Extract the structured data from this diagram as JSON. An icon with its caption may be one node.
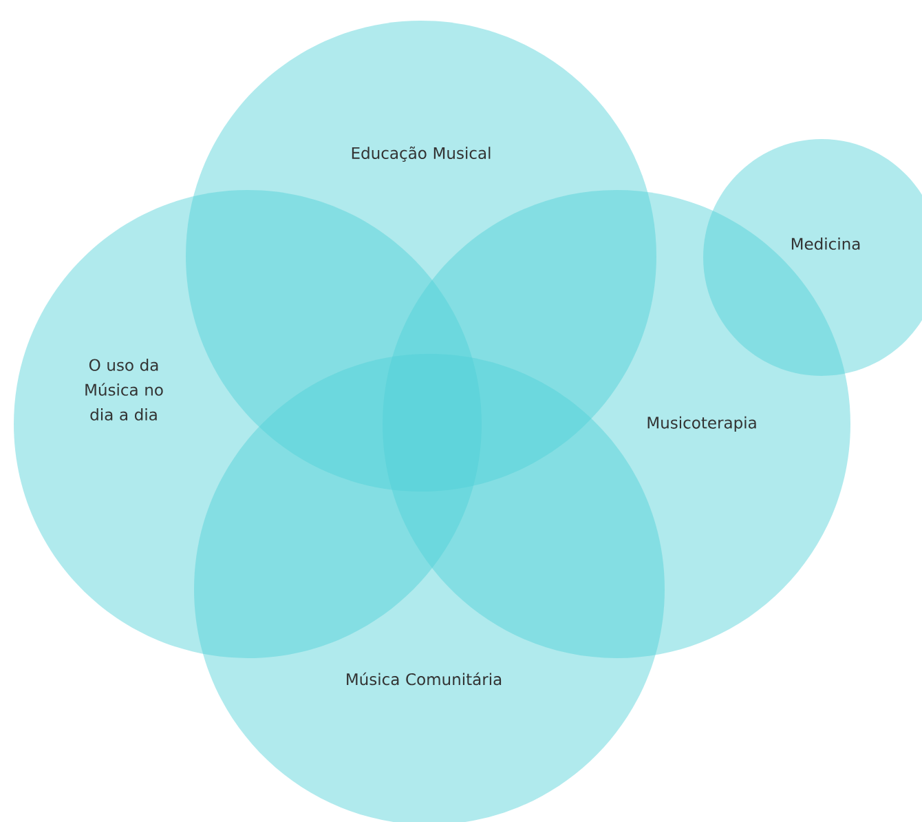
{
  "diagram": {
    "nodes": [
      {
        "text": [
          "Educação Musical"
        ]
      },
      {
        "text": [
          "O uso da Música no dia a dia"
        ]
      },
      {
        "text": [
          "Musicoterapia"
        ]
      },
      {
        "text": [
          "Música Comunitária"
        ]
      },
      {
        "text": [
          "Medicina"
        ]
      }
    ]
  }
}
